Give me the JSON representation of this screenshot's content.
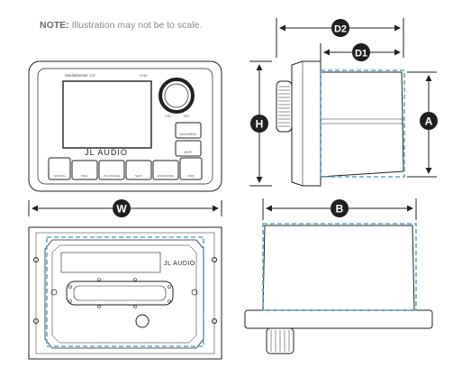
{
  "note": {
    "prefix": "NOTE:",
    "text": "Illustration may not be to scale."
  },
  "dimensions": {
    "D2": "D2",
    "D1": "D1",
    "H": "H",
    "A": "A",
    "W": "W",
    "B": "B"
  },
  "front_panel": {
    "model": "MediaMaster 3.0",
    "brand_mark": "JL AUDIO",
    "top_right_tag": "LINK",
    "knob_labels": {
      "left": "VOL",
      "right": "SEL"
    },
    "side_buttons": [
      "BACK/MENU",
      "MUTE"
    ],
    "bottom_buttons": [
      "SOURCE",
      "PREV",
      "PLAY/PAUSE",
      "NEXT",
      "ZONE/MODE",
      "PWR"
    ]
  },
  "rear_panel": {
    "brand_mark": "JL AUDIO"
  },
  "colors": {
    "line": "#222222",
    "dashed": "#5aa9cf",
    "badge": "#1f1f1f",
    "badge_text": "#ffffff"
  }
}
